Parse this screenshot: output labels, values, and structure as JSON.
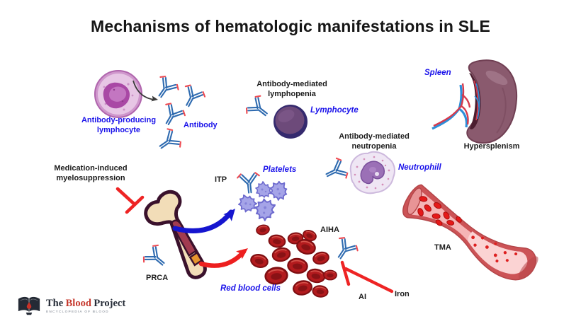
{
  "title": "Mechanisms of hematologic manifestations in SLE",
  "labels": {
    "antibody_producing_lymphocyte": "Antibody-producing\nlymphocyte",
    "antibody": "Antibody",
    "antibody_mediated_lymphopenia": "Antibody-mediated\nlymphopenia",
    "lymphocyte": "Lymphocyte",
    "spleen": "Spleen",
    "hypersplenism": "Hypersplenism",
    "antibody_mediated_neutropenia": "Antibody-mediated\nneutropenia",
    "neutrophil": "Neutrophill",
    "medication_induced_myelosuppression": "Medication-induced\nmyelosuppression",
    "itp": "ITP",
    "platelets": "Platelets",
    "prca": "PRCA",
    "aiha": "AIHA",
    "red_blood_cells": "Red blood cells",
    "ai": "AI",
    "iron": "Iron",
    "tma": "TMA"
  },
  "logo": {
    "word1": "The",
    "word2": "Blood",
    "word3": "Project",
    "tagline": "ENCYCLOPEDIA OF BLOOD"
  },
  "icons": {
    "antibody": "Y-shaped immunoglobulin, blue with red tips",
    "inhibition": "red T-bar inhibition line",
    "release_arrow": "thin black curved arrow",
    "blue_arrow": "thick blue curved arrow",
    "red_arrow": "thick red curved arrow",
    "book": "open dark book with red blood drop"
  },
  "colors": {
    "label_blue": "#1b13ea",
    "label_dark": "#1c1c1c",
    "antibody_blue": "#2f6bb0",
    "antibody_red": "#ef4b52",
    "arrow_blue": "#1515cf",
    "arrow_red": "#ed1f1f",
    "inhibit_red": "#ee2424",
    "logo_red": "#c6392e",
    "logo_dark": "#262c37"
  }
}
